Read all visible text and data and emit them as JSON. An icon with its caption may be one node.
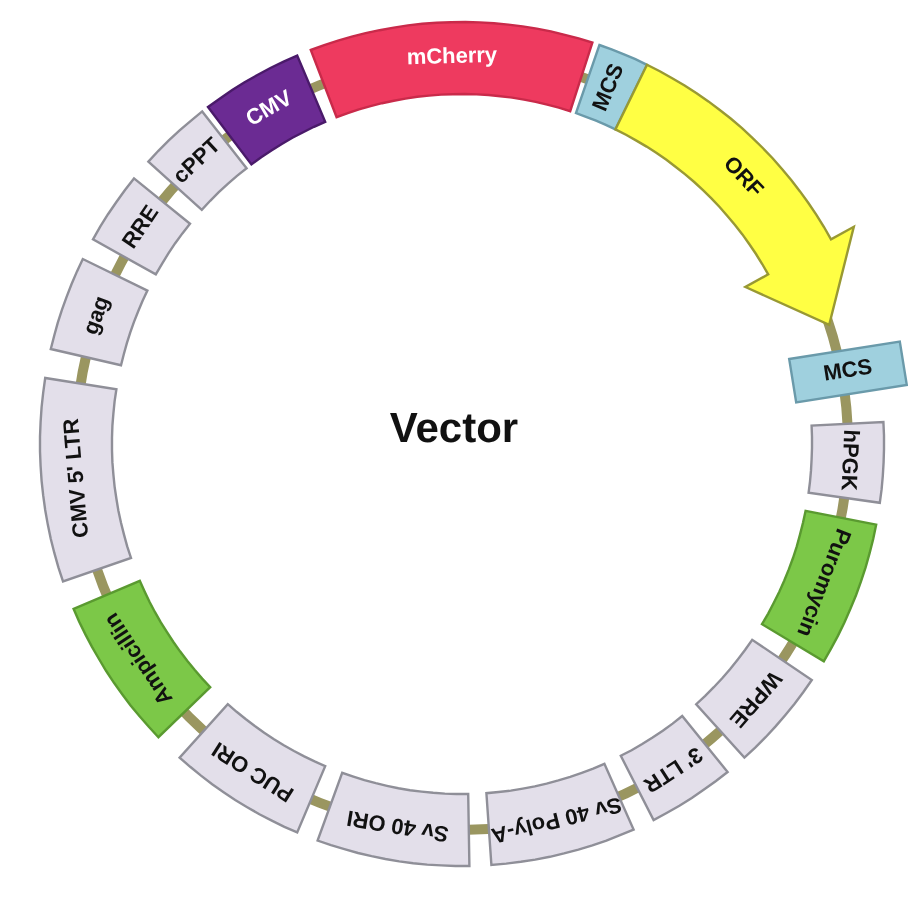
{
  "diagram": {
    "title": "Vector",
    "nodes": [
      {
        "text": [
          "CMV"
        ]
      },
      {
        "text": [
          "mCherry"
        ]
      },
      {
        "text": [
          "MCS"
        ]
      },
      {
        "text": [
          "ORF"
        ]
      },
      {
        "text": [
          "MCS"
        ]
      },
      {
        "text": [
          "hPGK"
        ]
      },
      {
        "text": [
          "Puromycin"
        ]
      },
      {
        "text": [
          "WPRE"
        ]
      },
      {
        "text": [
          "3' LTR"
        ]
      },
      {
        "text": [
          "Sv 40 Poly-A"
        ]
      },
      {
        "text": [
          "Sv 40 ORI"
        ]
      },
      {
        "text": [
          "PUC ORI"
        ]
      },
      {
        "text": [
          "Ampicillin"
        ]
      },
      {
        "text": [
          "CMV 5' LTR"
        ]
      },
      {
        "text": [
          "gag"
        ]
      },
      {
        "text": [
          "RRE"
        ]
      },
      {
        "text": [
          "cPPT"
        ]
      }
    ],
    "edges": []
  }
}
